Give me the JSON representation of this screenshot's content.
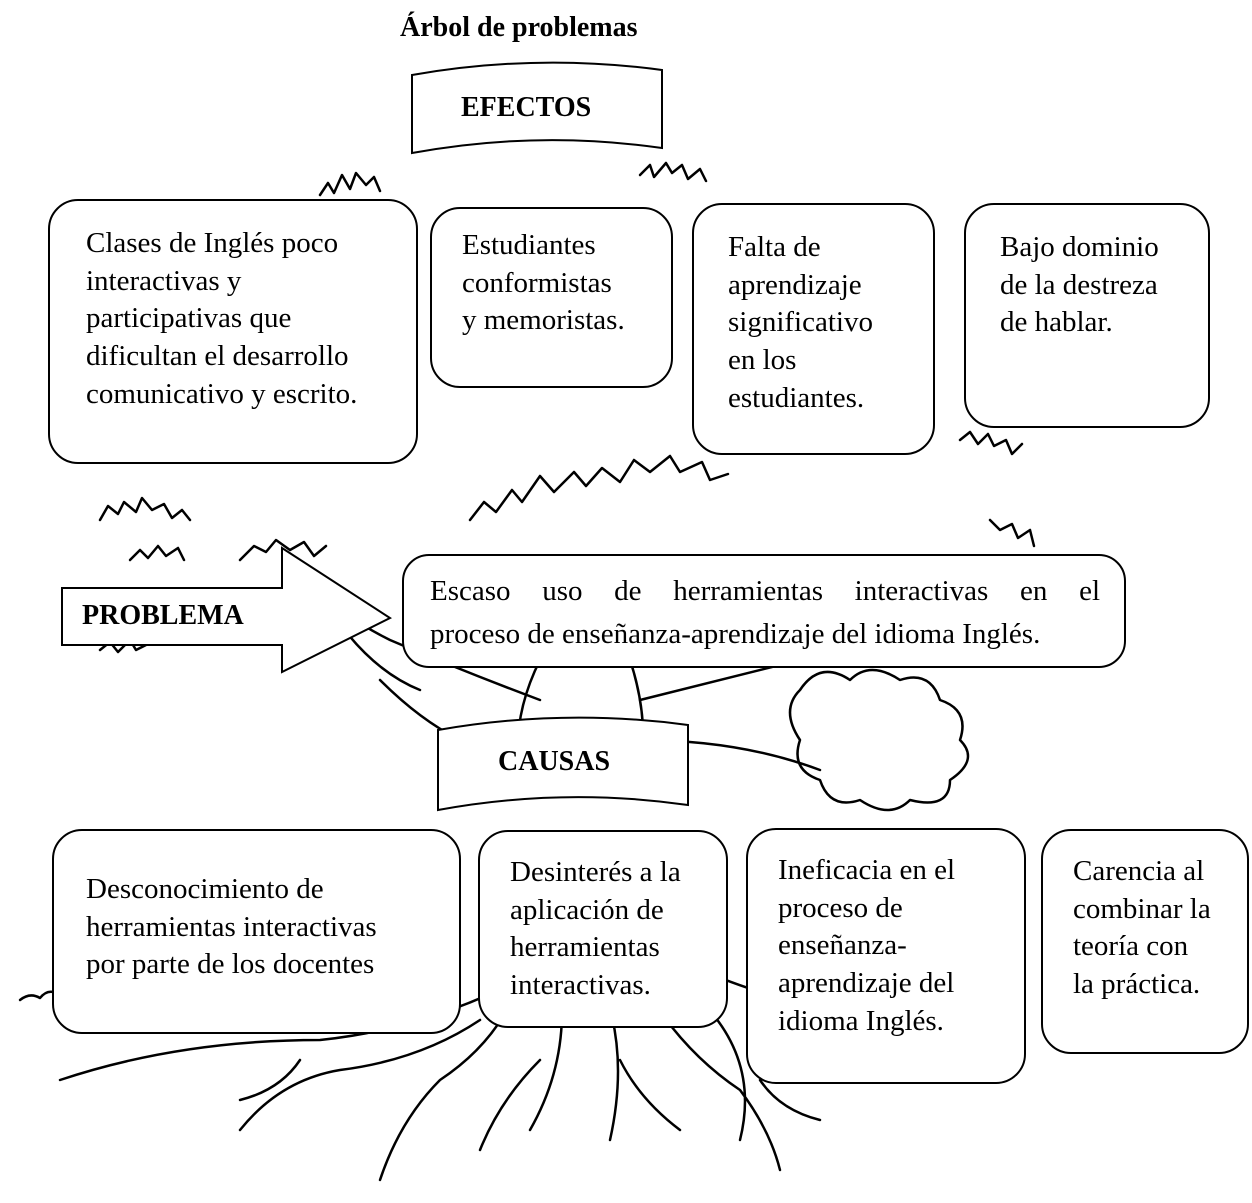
{
  "title": "Árbol de problemas",
  "labels": {
    "efectos": "EFECTOS",
    "problema": "PROBLEMA",
    "causas": "CAUSAS"
  },
  "efectos": [
    [
      "Clases de Inglés poco",
      "interactivas y",
      "participativas que",
      "dificultan el desarrollo",
      "comunicativo y escrito."
    ],
    [
      "Estudiantes",
      "conformistas",
      "y memoristas."
    ],
    [
      "Falta de",
      "aprendizaje",
      "significativo",
      "en los",
      "estudiantes."
    ],
    [
      "Bajo dominio",
      "de la destreza",
      "de hablar."
    ]
  ],
  "problema": {
    "line1": "Escaso uso de herramientas interactivas en el",
    "line2": "proceso de enseñanza-aprendizaje del idioma Inglés."
  },
  "causas": [
    [
      "Desconocimiento de",
      "herramientas interactivas",
      "por parte de los docentes"
    ],
    [
      "Desinterés a la",
      "aplicación de",
      "herramientas",
      "interactivas."
    ],
    [
      "Ineficacia en el",
      "proceso de",
      "enseñanza-",
      "aprendizaje del",
      "idioma Inglés."
    ],
    [
      "Carencia al",
      "combinar la",
      "teoría con",
      "la práctica."
    ]
  ]
}
